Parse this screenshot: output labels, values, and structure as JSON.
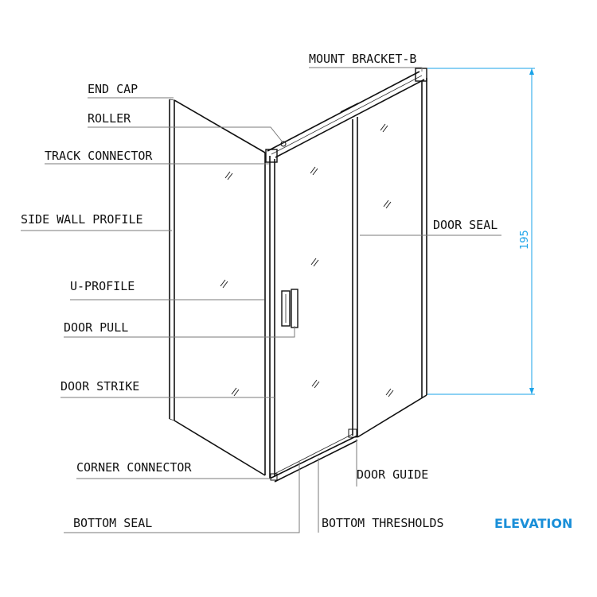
{
  "labels": {
    "mount_bracket": "MOUNT BRACKET-B",
    "end_cap": "END CAP",
    "roller": "ROLLER",
    "track_connector": "TRACK CONNECTOR",
    "side_wall_profile": "SIDE WALL PROFILE",
    "door_seal": "DOOR SEAL",
    "u_profile": "U-PROFILE",
    "door_pull": "DOOR PULL",
    "door_strike": "DOOR STRIKE",
    "corner_connector": "CORNER CONNECTOR",
    "door_guide": "DOOR GUIDE",
    "bottom_seal": "BOTTOM SEAL",
    "bottom_thresholds": "BOTTOM THRESHOLDS"
  },
  "dimension": {
    "height": "195"
  },
  "view_title": "ELEVATION",
  "colors": {
    "accent": "#1aa3e8",
    "line": "#111111",
    "leader": "#7a7a7a"
  }
}
